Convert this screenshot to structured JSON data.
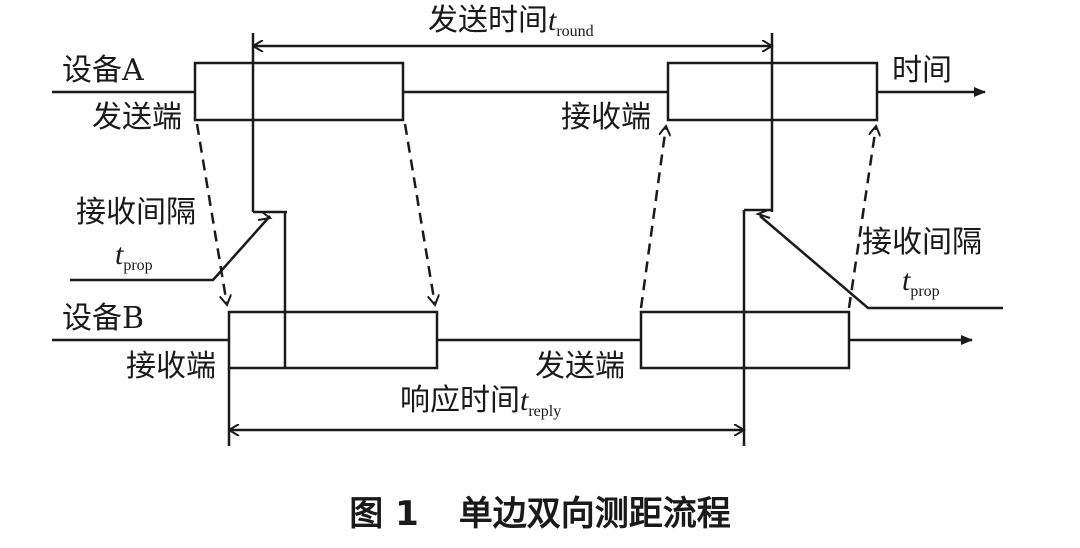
{
  "device_a": {
    "name": "设备A",
    "send_end": "发送端",
    "recv_end": "接收端",
    "time_label": "时间"
  },
  "device_b": {
    "name": "设备B",
    "recv_end": "接收端",
    "send_end": "发送端"
  },
  "round_time": {
    "label": "发送时间",
    "symbol": "t",
    "subscript": "round"
  },
  "reply_time": {
    "label": "响应时间",
    "symbol": "t",
    "subscript": "reply"
  },
  "recv_interval_left": {
    "label": "接收间隔",
    "symbol": "t",
    "subscript": "prop"
  },
  "recv_interval_right": {
    "label": "接收间隔",
    "symbol": "t",
    "subscript": "prop"
  },
  "caption": {
    "number": "图 1",
    "title": "单边双向测距流程"
  }
}
